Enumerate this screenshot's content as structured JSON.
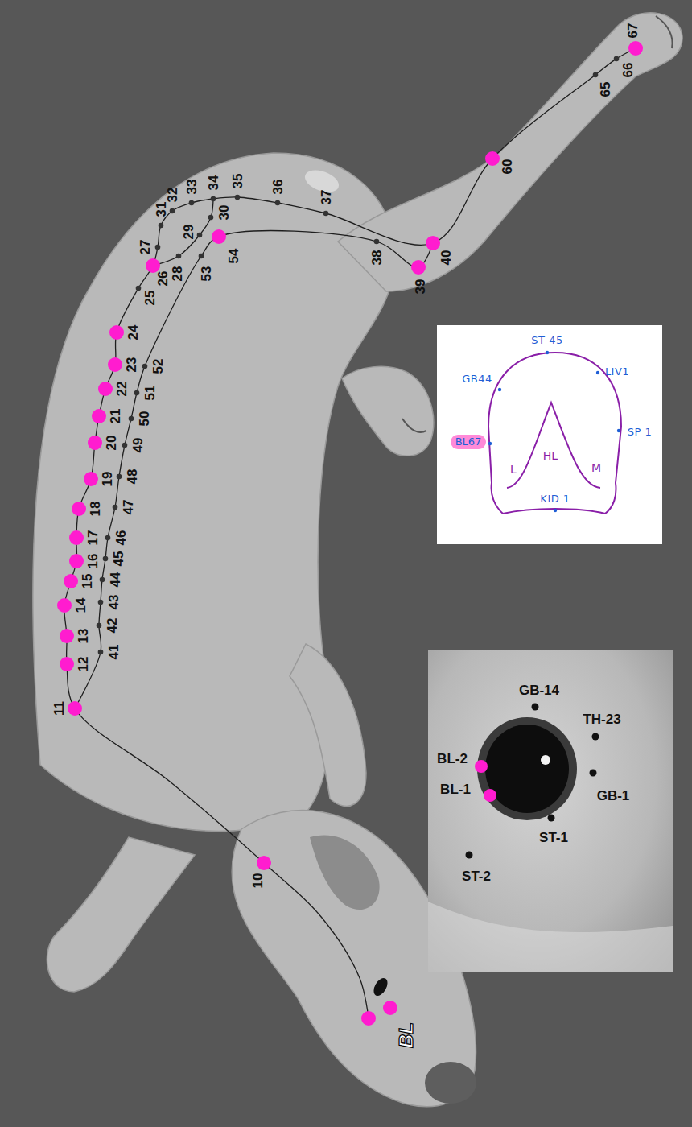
{
  "diagram": {
    "nodes": [
      {
        "text": [
          "BL67"
        ]
      }
    ],
    "labels": [
      "BL",
      "10",
      "11",
      "12",
      "13",
      "14",
      "15",
      "16",
      "17",
      "18",
      "19",
      "20",
      "21",
      "22",
      "23",
      "24",
      "25",
      "26",
      "27",
      "28",
      "29",
      "30",
      "31",
      "32",
      "33",
      "34",
      "35",
      "36",
      "37",
      "38",
      "39",
      "40",
      "41",
      "42",
      "43",
      "44",
      "45",
      "46",
      "47",
      "48",
      "49",
      "50",
      "51",
      "52",
      "53",
      "54",
      "60",
      "65",
      "66",
      "67",
      "GB-14",
      "TH-23",
      "BL-2",
      "BL-1",
      "GB-1",
      "ST-1",
      "ST-2",
      "ST 45",
      "LIV1",
      "SP 1",
      "KID 1",
      "GB44",
      "HL",
      "L",
      "M"
    ]
  }
}
